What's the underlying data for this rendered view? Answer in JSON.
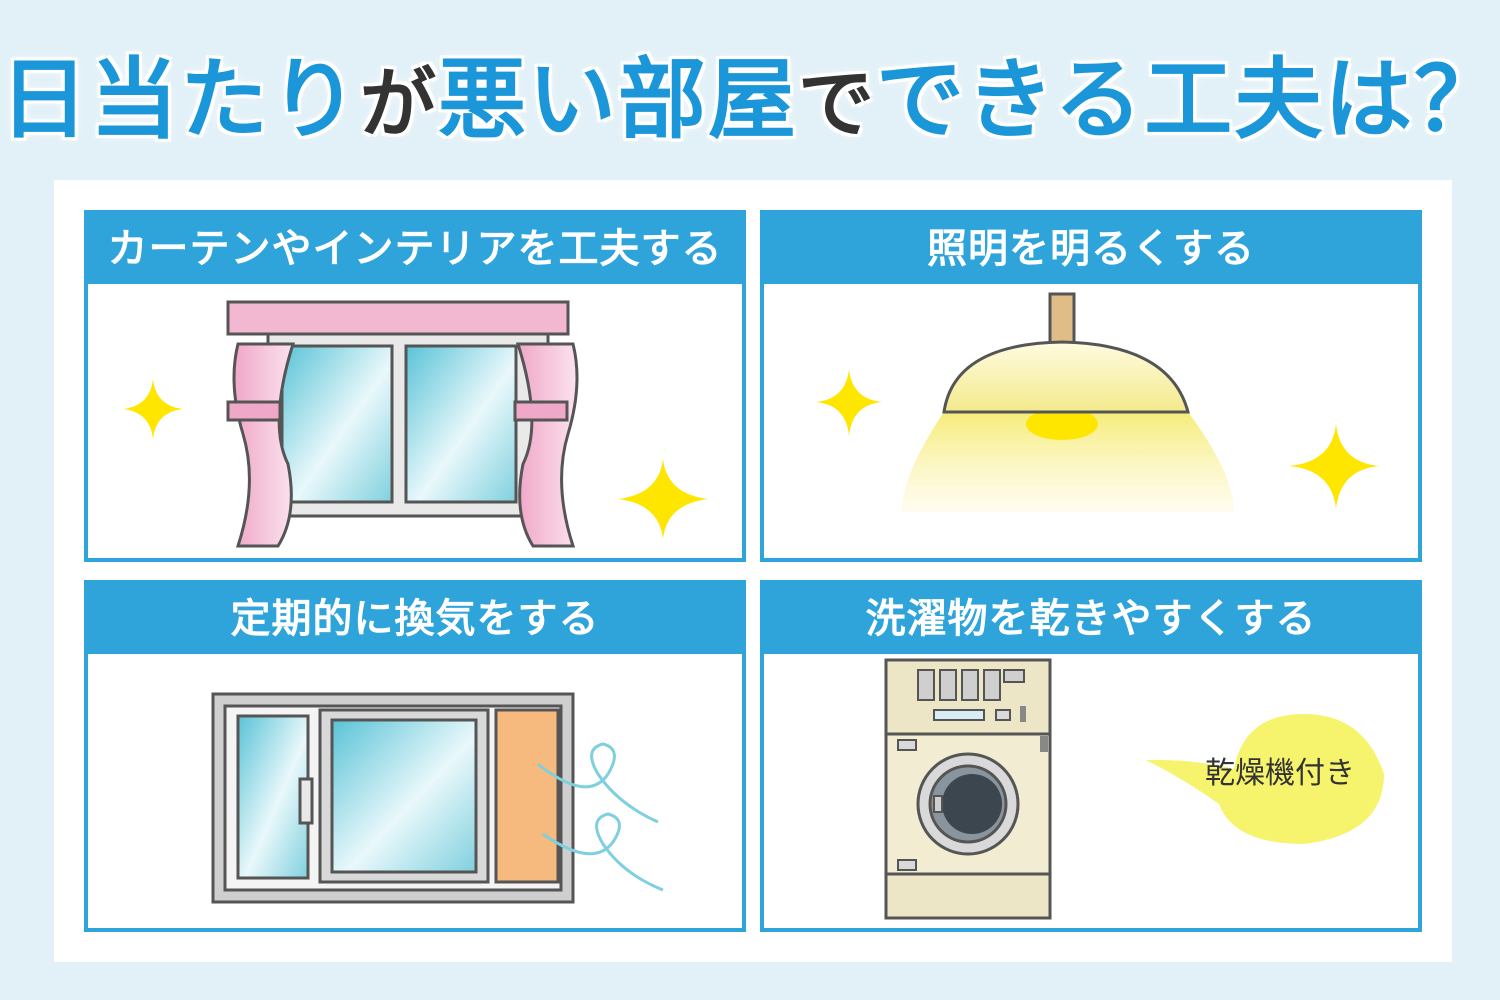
{
  "title": {
    "part1": "日当たり",
    "part2": "が",
    "part3": "悪い部屋",
    "part4": "で",
    "part5": "できる工夫は？"
  },
  "cards": [
    {
      "heading": "カーテンやインテリアを工夫する"
    },
    {
      "heading": "照明を明るくする"
    },
    {
      "heading": "定期的に換気をする"
    },
    {
      "heading": "洗濯物を乾きやすくする",
      "bubble": "乾燥機付き"
    }
  ],
  "colors": {
    "background": "#e2f1f8",
    "accent_blue": "#2ea4db",
    "title_blue": "#1b97d9",
    "curtain_pink": "#f2b8d2",
    "sparkle_yellow": "#ffe600",
    "bubble_yellow": "#f6f36c",
    "washer_beige": "#f1ecd2"
  }
}
